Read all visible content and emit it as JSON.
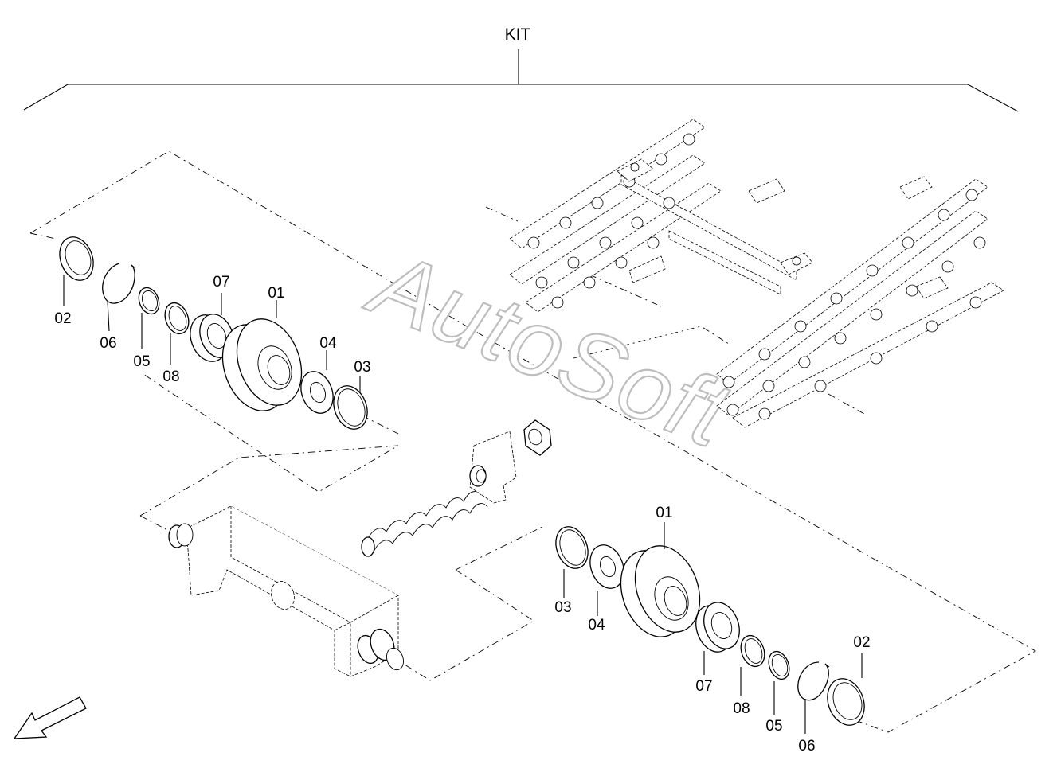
{
  "diagram": {
    "kit_label": "KIT",
    "watermark": "AutoSoft",
    "callouts_left": {
      "c02": "02",
      "c06": "06",
      "c05": "05",
      "c08": "08",
      "c07": "07",
      "c01": "01",
      "c04": "04",
      "c03": "03"
    },
    "callouts_right": {
      "c01": "01",
      "c03": "03",
      "c04": "04",
      "c07": "07",
      "c08": "08",
      "c05": "05",
      "c06": "06",
      "c02": "02"
    },
    "icons": {
      "direction_arrow": "arrow-down-left-icon"
    }
  }
}
